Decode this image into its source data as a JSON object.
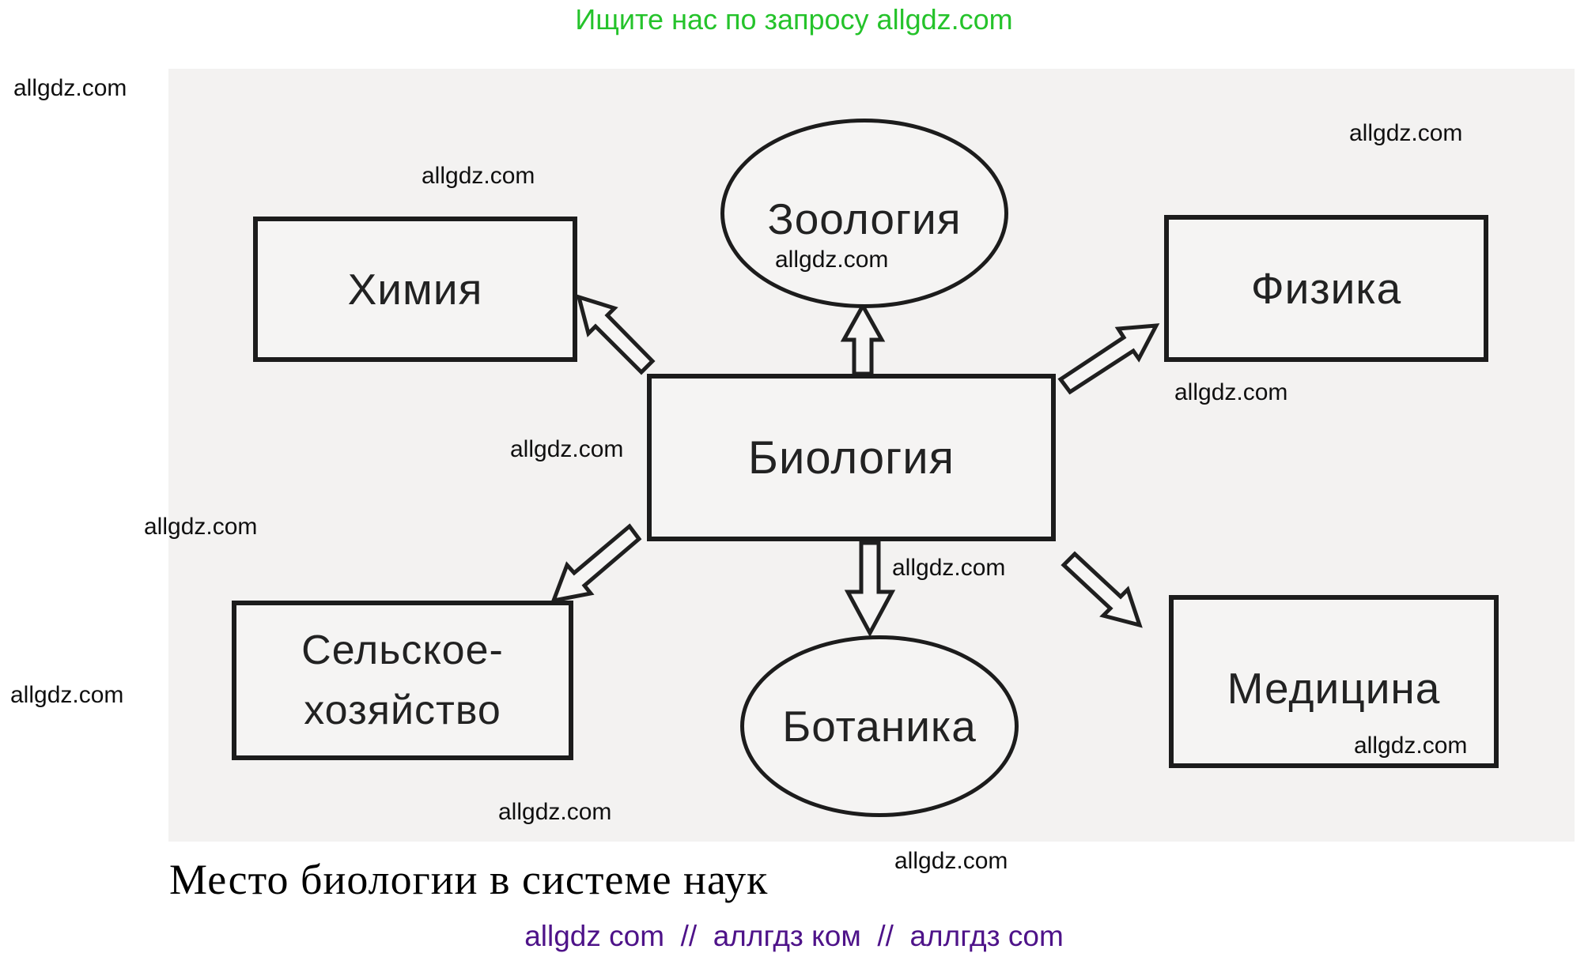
{
  "header": {
    "promo": "Ищите нас по запросу allgdz.com"
  },
  "watermarks": [
    "allgdz.com",
    "allgdz.com",
    "allgdz.com",
    "allgdz.com",
    "allgdz.com",
    "allgdz.com",
    "allgdz.com",
    "allgdz.com",
    "allgdz.com",
    "allgdz.com",
    "allgdz.com",
    "allgdz.com"
  ],
  "diagram": {
    "center": {
      "label": "Биология",
      "shape": "rect"
    },
    "nodes": {
      "zoology": {
        "label": "Зоология",
        "shape": "ellipse"
      },
      "chemistry": {
        "label": "Химия",
        "shape": "rect"
      },
      "physics": {
        "label": "Физика",
        "shape": "rect"
      },
      "agriculture": {
        "label_line1": "Сельское-",
        "label_line2": "хозяйство",
        "shape": "rect"
      },
      "botany": {
        "label": "Ботаника",
        "shape": "ellipse"
      },
      "medicine": {
        "label": "Медицина",
        "shape": "rect"
      }
    },
    "connections": [
      "Биология → Зоология",
      "Биология → Химия",
      "Биология → Физика",
      "Биология → Сельское-хозяйство",
      "Биология → Ботаника",
      "Биология → Медицина"
    ]
  },
  "caption": {
    "title": "Место биологии в системе наук"
  },
  "footer": {
    "text": "allgdz com  //  аллгдз ком  //  аллгдз com"
  },
  "colors": {
    "promo_green": "#25c32b",
    "footer_purple": "#4e1389",
    "panel_gray": "#f3f2f1",
    "ink": "#1c1c1c"
  }
}
